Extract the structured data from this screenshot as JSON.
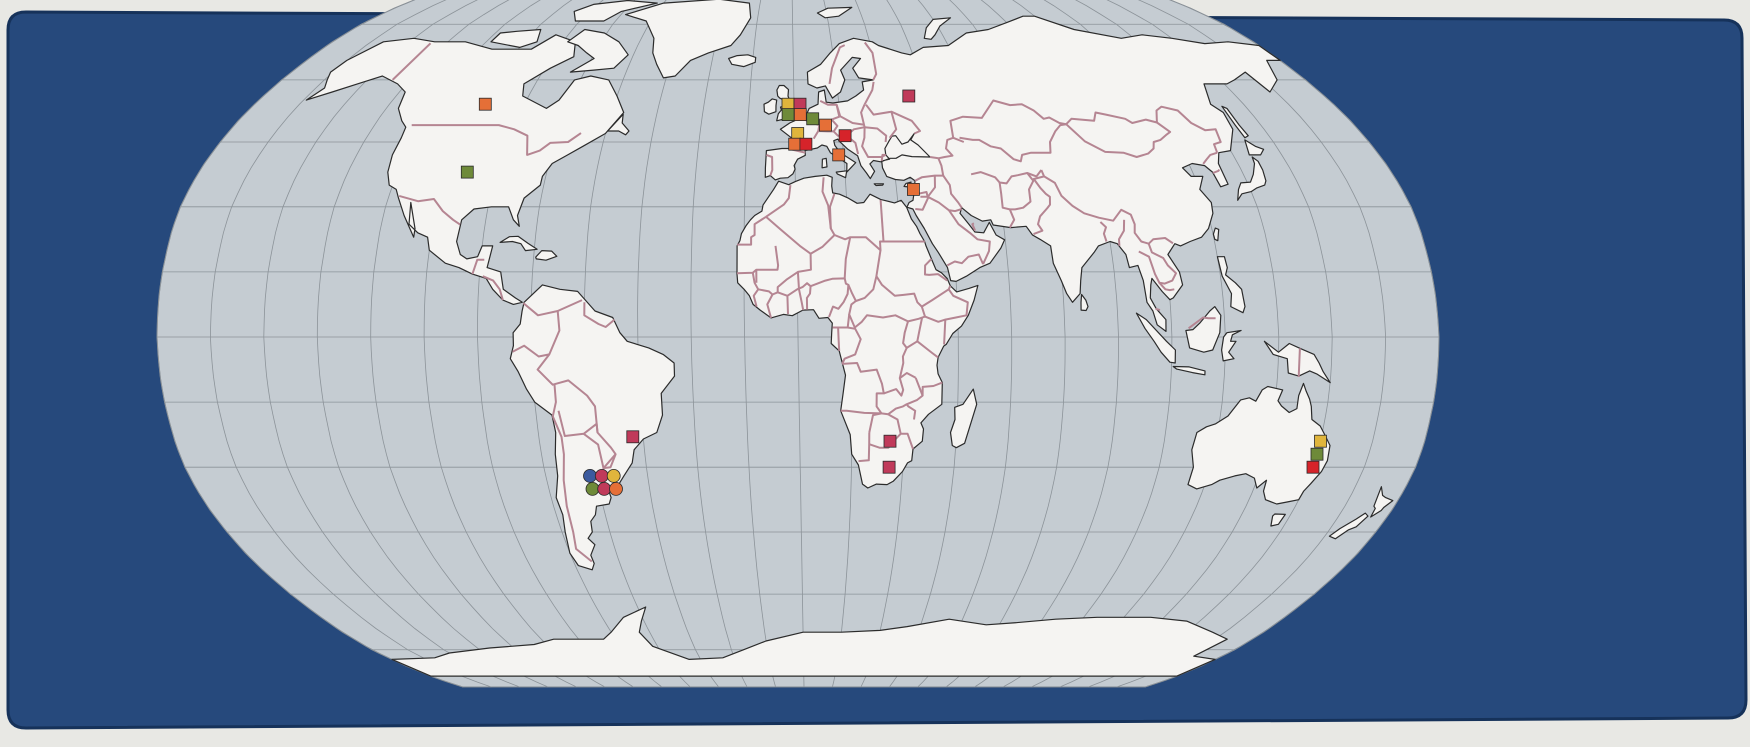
{
  "map": {
    "projection": "robinson",
    "colors": {
      "frame": "#26497c",
      "frame_edge": "#16325a",
      "ocean": "#c5ccd2",
      "land": "#f5f4f2",
      "coast": "#2b2b2b",
      "border": "#b58592",
      "graticule": "#8c9399",
      "wall": "#e8e8e4"
    },
    "marker_colors": {
      "yellow": "#e0b53c",
      "orange": "#e56f37",
      "green": "#6e8a39",
      "crimson": "#c03a5a",
      "red": "#d6232a",
      "blue": "#3b5a9e"
    },
    "square_markers": [
      {
        "lon": -103,
        "lat": 54,
        "color": "orange"
      },
      {
        "lon": -99,
        "lat": 38,
        "color": "green"
      },
      {
        "lon": -2,
        "lat": 54,
        "color": "yellow"
      },
      {
        "lon": 2,
        "lat": 54,
        "color": "crimson"
      },
      {
        "lon": -2,
        "lat": 51.5,
        "color": "green"
      },
      {
        "lon": 2,
        "lat": 51.5,
        "color": "orange"
      },
      {
        "lon": 6,
        "lat": 50.5,
        "color": "green"
      },
      {
        "lon": 10,
        "lat": 49,
        "color": "orange"
      },
      {
        "lon": 1,
        "lat": 47,
        "color": "yellow"
      },
      {
        "lon": 0,
        "lat": 44.5,
        "color": "orange"
      },
      {
        "lon": 3.5,
        "lat": 44.5,
        "color": "red"
      },
      {
        "lon": 16,
        "lat": 46.5,
        "color": "red"
      },
      {
        "lon": 13.5,
        "lat": 42,
        "color": "orange"
      },
      {
        "lon": 39,
        "lat": 56,
        "color": "crimson"
      },
      {
        "lon": 35,
        "lat": 34,
        "color": "orange"
      },
      {
        "lon": -48,
        "lat": -23,
        "color": "crimson"
      },
      {
        "lon": 26,
        "lat": -24,
        "color": "crimson"
      },
      {
        "lon": 26,
        "lat": -30,
        "color": "crimson"
      },
      {
        "lon": 150,
        "lat": -24,
        "color": "yellow"
      },
      {
        "lon": 150,
        "lat": -27,
        "color": "green"
      },
      {
        "lon": 150,
        "lat": -30,
        "color": "red"
      }
    ],
    "circle_markers": [
      {
        "lon": -62,
        "lat": -32,
        "color": "blue"
      },
      {
        "lon": -58.5,
        "lat": -32,
        "color": "crimson"
      },
      {
        "lon": -55,
        "lat": -32,
        "color": "yellow"
      },
      {
        "lon": -62,
        "lat": -35,
        "color": "green"
      },
      {
        "lon": -58.5,
        "lat": -35,
        "color": "crimson"
      },
      {
        "lon": -55,
        "lat": -35,
        "color": "orange"
      }
    ]
  }
}
